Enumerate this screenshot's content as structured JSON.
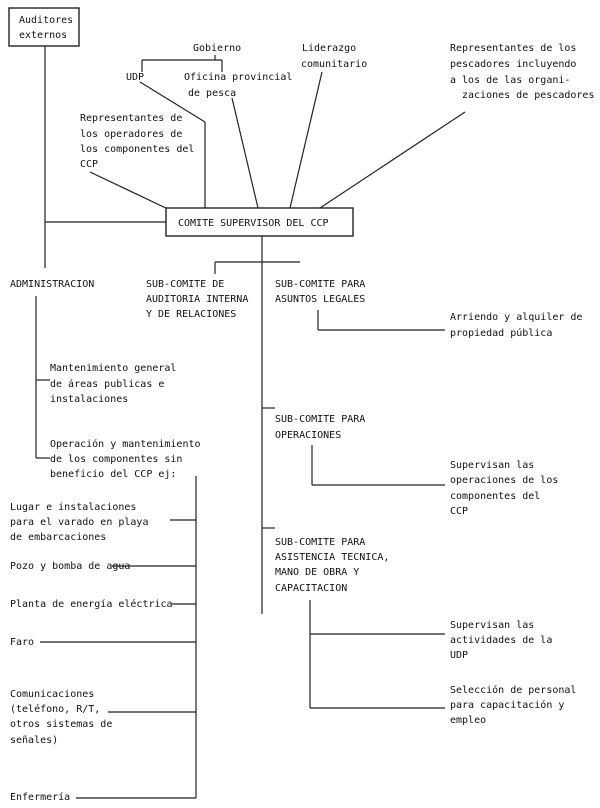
{
  "nodes": {
    "auditores": [
      "Auditores",
      "externos"
    ],
    "gobierno": "Gobierno",
    "udp": "UDP",
    "oficina": [
      "Oficina provincial",
      "de pesca"
    ],
    "liderazgo": [
      "Liderazgo",
      "comunitario"
    ],
    "pescadores": [
      "Representantes de los",
      "pescadores incluyendo",
      "a los de las organi-",
      "zaciones de pescadores"
    ],
    "operadores": [
      "Representantes de",
      "los operadores de",
      "los componentes del",
      "CCP"
    ],
    "comite": "COMITE SUPERVISOR DEL CCP",
    "administracion": "ADMINISTRACION",
    "subcomite_auditoria": [
      "SUB-COMITE DE",
      "AUDITORIA INTERNA",
      "Y DE RELACIONES"
    ],
    "subcomite_legales": [
      "SUB-COMITE PARA",
      "ASUNTOS LEGALES"
    ],
    "arriendo": [
      "Arriendo y alquiler de",
      "propiedad pública"
    ],
    "mantenimiento_general": [
      "Mantenimiento general",
      "de áreas publicas e",
      "instalaciones"
    ],
    "operacion_mantenimiento": [
      "Operación y mantenimiento",
      "de los componentes sin",
      "beneficio del CCP ej:"
    ],
    "subcomite_operaciones": [
      "SUB-COMITE PARA",
      "OPERACIONES"
    ],
    "supervisan_operaciones": [
      "Supervisan las",
      "operaciones de los",
      "componentes del",
      "CCP"
    ],
    "lugar_varado": [
      "Lugar e instalaciones",
      "para el varado en playa",
      "de embarcaciones"
    ],
    "subcomite_asistencia": [
      "SUB-COMITE PARA",
      "ASISTENCIA TECNICA,",
      "MANO DE OBRA Y",
      "CAPACITACION"
    ],
    "pozo": "Pozo y bomba de agua",
    "planta": "Planta de energía eléctrica",
    "supervisan_udp": [
      "Supervisan las",
      "actividades de la",
      "UDP"
    ],
    "faro": "Faro",
    "seleccion": [
      "Selección de personal",
      "para capacitación y",
      "empleo"
    ],
    "comunicaciones": [
      "Comunicaciones",
      "(teléfono, R/T,",
      "otros sistemas de",
      "señales)"
    ],
    "enfermeria": "Enfermería"
  }
}
